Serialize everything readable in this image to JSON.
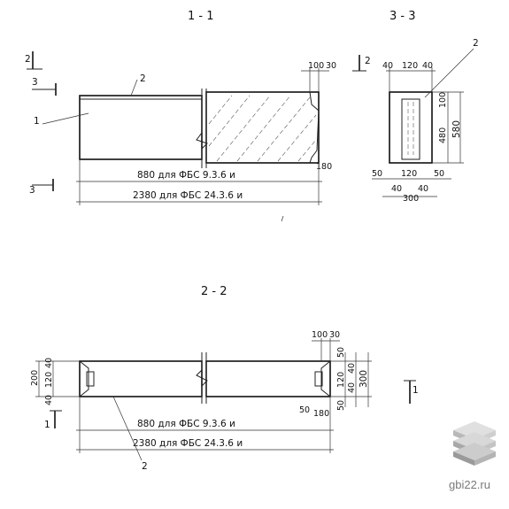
{
  "sections": {
    "s11": {
      "title": "1 - 1"
    },
    "s33": {
      "title": "3 - 3"
    },
    "s22": {
      "title": "2 - 2"
    }
  },
  "markers": {
    "m2": "2",
    "m3": "3",
    "m3b": "3",
    "m2b": "2",
    "m1": "1",
    "m1b": "1",
    "callout1": "1",
    "callout2a": "2",
    "callout2b": "2",
    "callout2c": "2"
  },
  "dims_11": {
    "d100": "100",
    "d30": "30",
    "d180": "180",
    "row1": "880 для ФБС 9.3.6 и",
    "row2": "2380 для ФБС 24.3.6 и"
  },
  "dims_33": {
    "d40a": "40",
    "d120": "120",
    "d40b": "40",
    "d100": "100",
    "d480": "480",
    "d580": "580",
    "d50a": "50",
    "d120b": "120",
    "d50b": "50",
    "d40c": "40",
    "d300": "300",
    "d40d": "40"
  },
  "dims_22": {
    "d100": "100",
    "d30": "30",
    "d40l": "40",
    "d120l": "120",
    "d40l2": "40",
    "d200": "200",
    "d50r": "50",
    "d120r": "120",
    "d40r": "40",
    "d40r2": "40",
    "d50r2": "50",
    "d300": "300",
    "d50b": "50",
    "d180": "180",
    "row1": "880 для ФБС 9.3.6 и",
    "row2": "2380 для ФБС 24.3.6 и"
  },
  "watermark": {
    "site": "gbi22.ru",
    "icon": "stacked-blocks-logo"
  }
}
